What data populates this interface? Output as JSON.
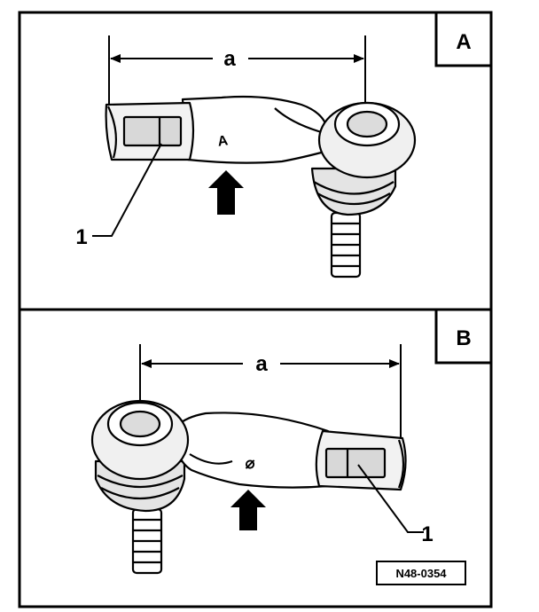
{
  "panels": [
    {
      "id": "A",
      "label": "A",
      "dim_label": "a",
      "part_number": "1",
      "housing_mark": "A"
    },
    {
      "id": "B",
      "label": "B",
      "dim_label": "a",
      "part_number": "1",
      "housing_mark": "⌀"
    }
  ],
  "figure_code": "N48-0354",
  "colors": {
    "ink": "#000000",
    "paper": "#ffffff",
    "shade": "#d8d8d8",
    "shade_dark": "#b4b4b4"
  }
}
